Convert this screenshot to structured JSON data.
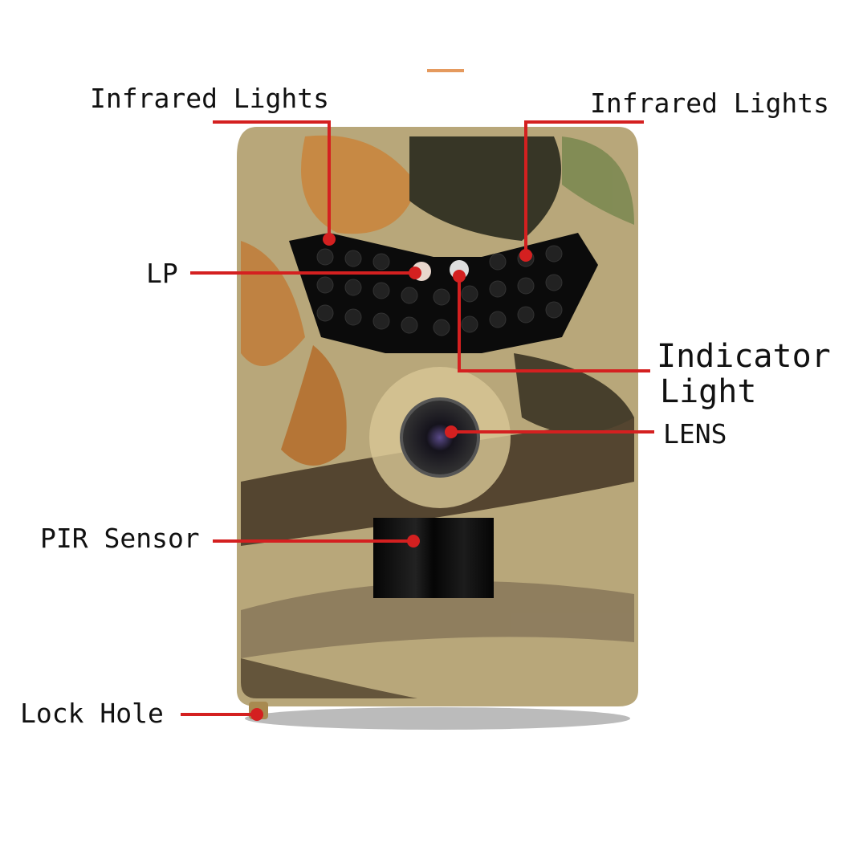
{
  "labels": {
    "infrared_left": "Infrared Lights",
    "infrared_right": "Infrared Lights",
    "lp": "LP",
    "indicator_line1": "Indicator",
    "indicator_line2": "Light",
    "lens": "LENS",
    "pir": "PIR Sensor",
    "lock_hole": "Lock Hole"
  },
  "colors": {
    "leader": "#d42020",
    "accent_bar": "#e59a5e",
    "camo_base": "#b8a77a"
  }
}
